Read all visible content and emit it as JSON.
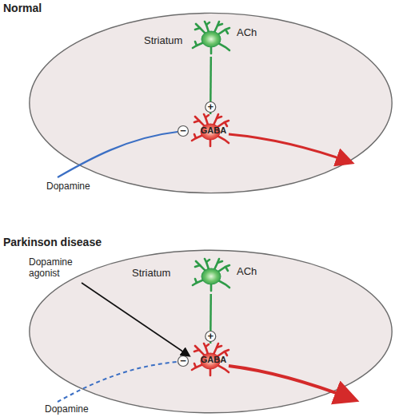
{
  "diagram": {
    "nodes": [
      {
        "text": [
          "Striatum"
        ]
      },
      {
        "text": [
          "ACh"
        ],
        "in": 0
      },
      {
        "text": [
          "GABA"
        ],
        "in": 0
      },
      {
        "text": [
          "Striatum"
        ]
      },
      {
        "text": [
          "ACh"
        ],
        "in": 3
      },
      {
        "text": [
          "GABA"
        ],
        "in": 3
      }
    ],
    "edges": [
      {
        "from": 1,
        "to": 2,
        "arrow": "none",
        "label": "+"
      },
      {
        "from": 4,
        "to": 5,
        "arrow": "none",
        "label": "+"
      }
    ],
    "labels": [
      "Normal",
      "Dopamine",
      "−",
      "Parkinson disease",
      "Dopamine agonist",
      "−",
      "Dopamine"
    ]
  }
}
